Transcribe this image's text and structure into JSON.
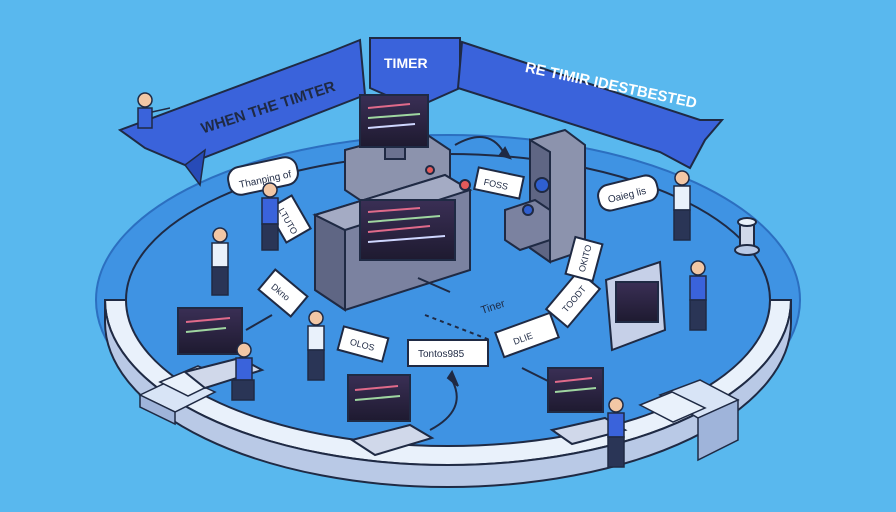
{
  "banners": {
    "left": "WHEN THE TIMTER",
    "center": "TIMER",
    "right": "RE TIMIR IDESTBESTED"
  },
  "bubbles": {
    "left": "Thanping of",
    "right": "Oaieg lis"
  },
  "cards": {
    "c1": "LTUTO",
    "c2": "Dkno",
    "c3": "OLOS",
    "c4": "Tontos985",
    "c5": "DLIE",
    "c6": "TOODT",
    "c7": "OKITO",
    "c8": "FOSS",
    "timer": "Tiner"
  },
  "colors": {
    "background": "#59b8ee",
    "floor": "#3f93e3",
    "ring": "#e9f1fb",
    "banner": "#3a63db",
    "outline": "#1f2a44"
  }
}
